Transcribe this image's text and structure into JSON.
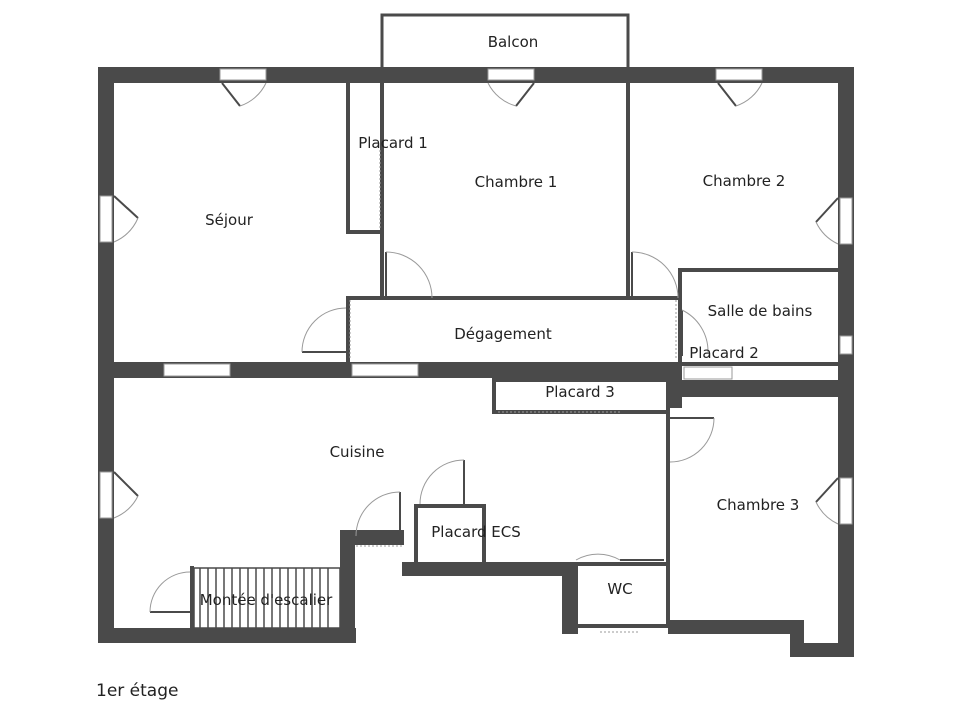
{
  "floor": {
    "label": "1er étage"
  },
  "rooms": {
    "balcon": "Balcon",
    "sejour": "Séjour",
    "placard_1": "Placard 1",
    "chambre_1": "Chambre 1",
    "chambre_2": "Chambre 2",
    "salle_de_bains": "Salle de bains",
    "degagement": "Dégagement",
    "placard_2": "Placard 2",
    "placard_3": "Placard 3",
    "cuisine": "Cuisine",
    "placard_ecs": "Placard ECS",
    "chambre_3": "Chambre 3",
    "montee_escalier": "Montée d'escalier",
    "wc": "WC"
  },
  "colors": {
    "wall": "#4a4a4a",
    "text": "#222222",
    "window": "#ffffff",
    "radiator": "#9a9a9a"
  }
}
